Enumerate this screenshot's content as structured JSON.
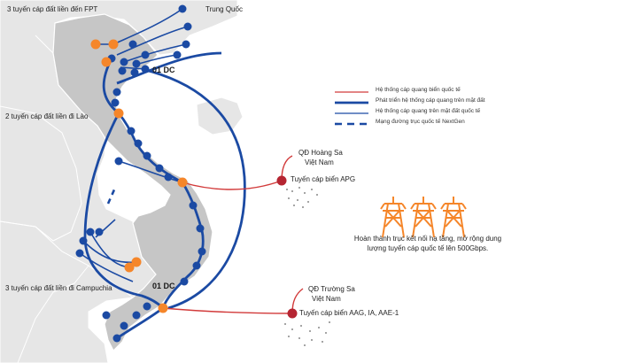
{
  "labels": {
    "fpt": "3 tuyến cáp đất liền đến FPT",
    "china": "Trung Quốc",
    "laos": "2 tuyến cáp đất liền đi Lào",
    "cambodia": "3 tuyến cáp đất liền đi Campuchia",
    "dc_north": "01 DC",
    "dc_south": "01 DC",
    "hoangsa_line1": "QĐ Hoàng Sa",
    "hoangsa_line2": "Việt Nam",
    "apg": "Tuyến cáp biển APG",
    "truongsa_line1": "QĐ Trường Sa",
    "truongsa_line2": "Việt Nam",
    "aag": "Tuyến cáp biển AAG, IA, AAE-1",
    "note": "Hoàn thành trục kết nối hạ tầng, mở rộng dung lượng tuyến cáp quốc tế lên 500Gbps."
  },
  "legend": [
    {
      "label": "Hệ thống cáp quang biển quốc tế",
      "style": "thin-red"
    },
    {
      "label": "Phát triển hệ thống cáp quang trên mặt đất",
      "style": "thick-blue"
    },
    {
      "label": "Hệ thống cáp quang trên mặt đất quốc tế",
      "style": "thin-blue"
    },
    {
      "label": "Mạng đường trục quốc tế NextGen",
      "style": "dashed-blue"
    }
  ],
  "icons": {
    "towers": "transmission-tower-icon",
    "island_marker": "island-marker-icon"
  },
  "colors": {
    "land_vn": "#c6c6c6",
    "land_other": "#e6e6e6",
    "border": "#ffffff",
    "blue": "#1b4aa3",
    "orange": "#f5862a",
    "red": "#d23a3a",
    "dark_red": "#b52532",
    "tower": "#f5862a"
  }
}
